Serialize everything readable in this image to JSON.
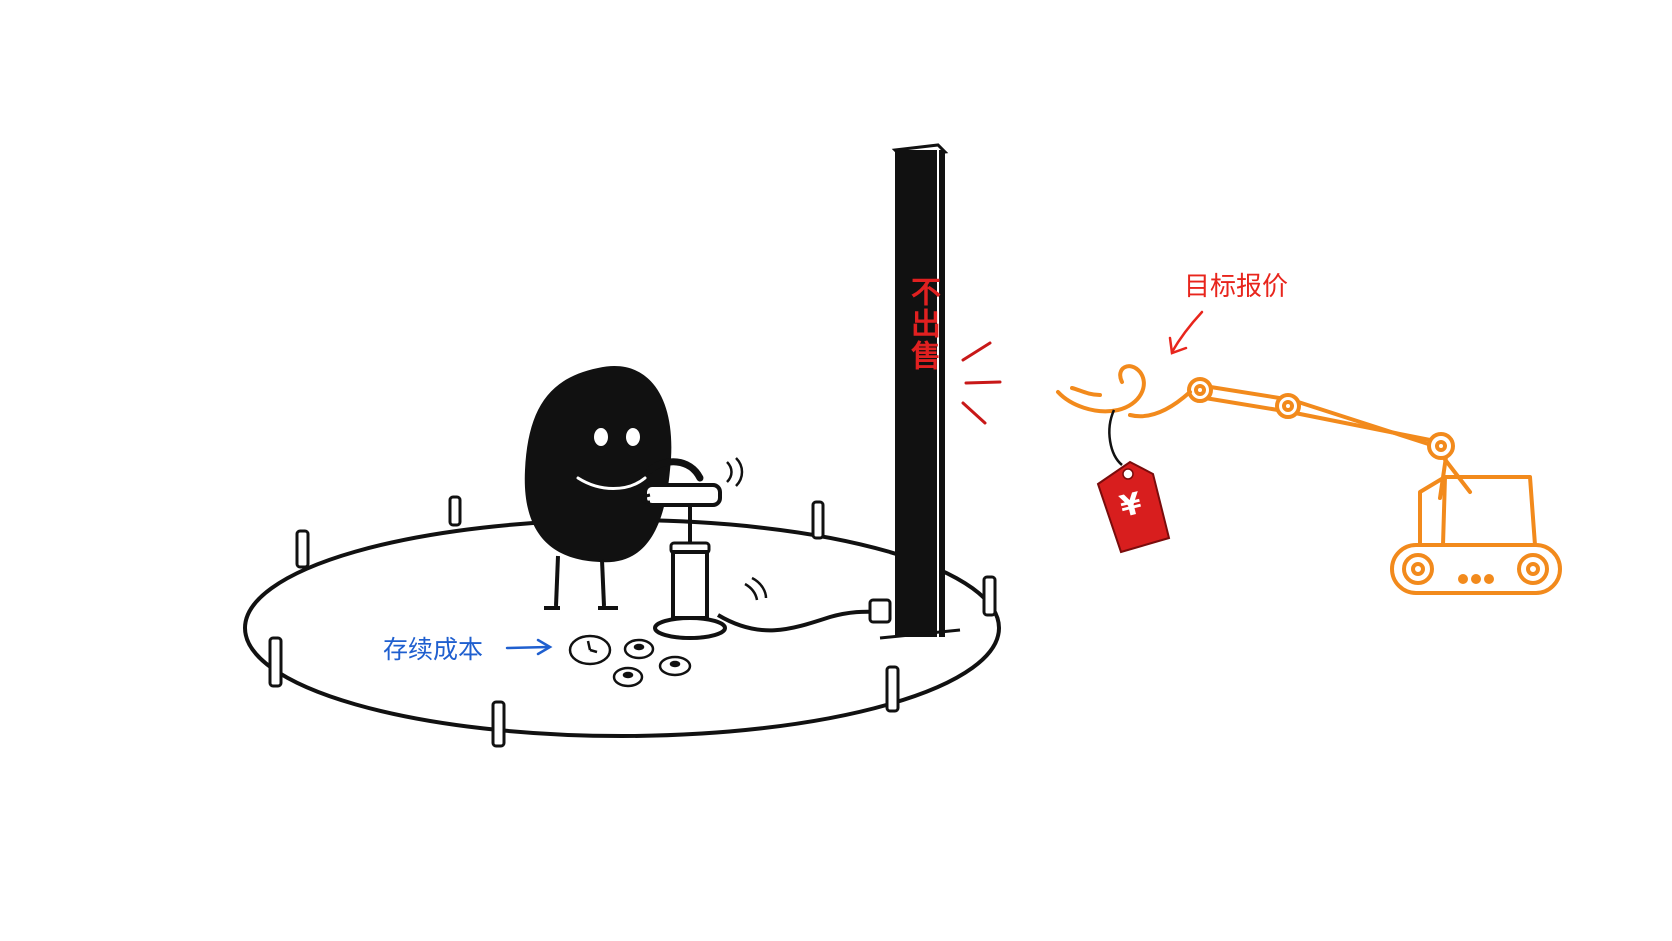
{
  "labels": {
    "pole": "不出售",
    "target_price": "目标报价",
    "holding_cost": "存续成本",
    "price_tag_symbol": "¥"
  },
  "colors": {
    "ink": "#111111",
    "pole_text": "#e02020",
    "offer": "#e8251c",
    "cost": "#1f5fcf",
    "excavator": "#f28a1c",
    "tag": "#d81e1e"
  }
}
